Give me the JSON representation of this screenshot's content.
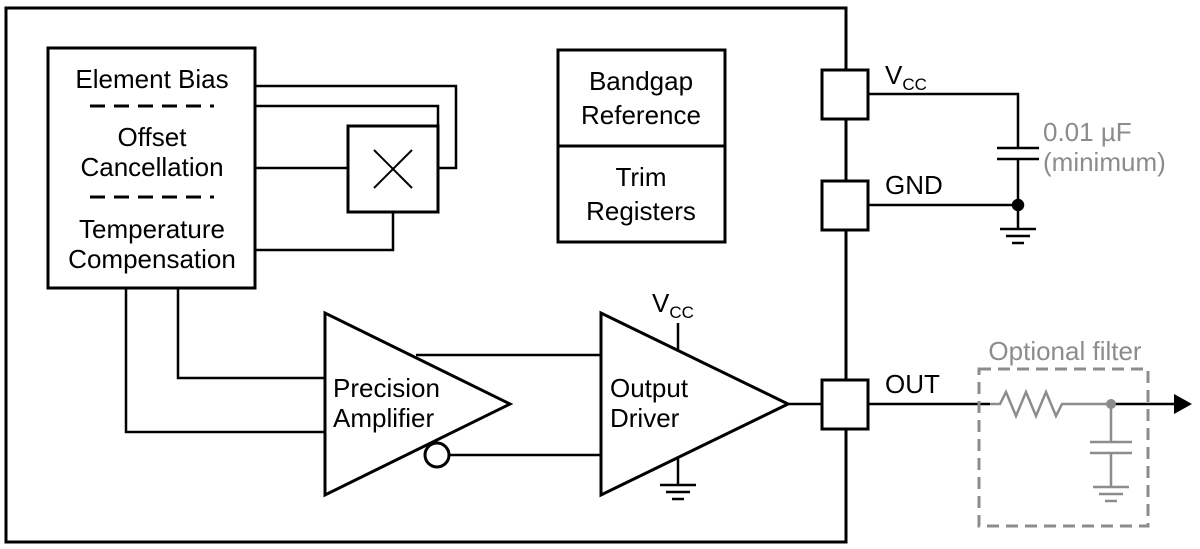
{
  "sensor_block": {
    "element_bias": "Element Bias",
    "offset_line1": "Offset",
    "offset_line2": "Cancellation",
    "temp_line1": "Temperature",
    "temp_line2": "Compensation"
  },
  "reference_block": {
    "bandgap_line1": "Bandgap",
    "bandgap_line2": "Reference",
    "trim_line1": "Trim",
    "trim_line2": "Registers"
  },
  "amplifier": {
    "line1": "Precision",
    "line2": "Amplifier"
  },
  "driver": {
    "line1": "Output",
    "line2": "Driver"
  },
  "pins": {
    "vcc_main": "V",
    "vcc_sub": "CC",
    "gnd": "GND",
    "out": "OUT"
  },
  "driver_supply": {
    "main": "V",
    "sub": "CC"
  },
  "capacitor": {
    "value": "0.01 µF",
    "note": "(minimum)"
  },
  "filter": {
    "label": "Optional filter"
  },
  "colors": {
    "line": "#000000",
    "optional": "#8c8c8c"
  }
}
